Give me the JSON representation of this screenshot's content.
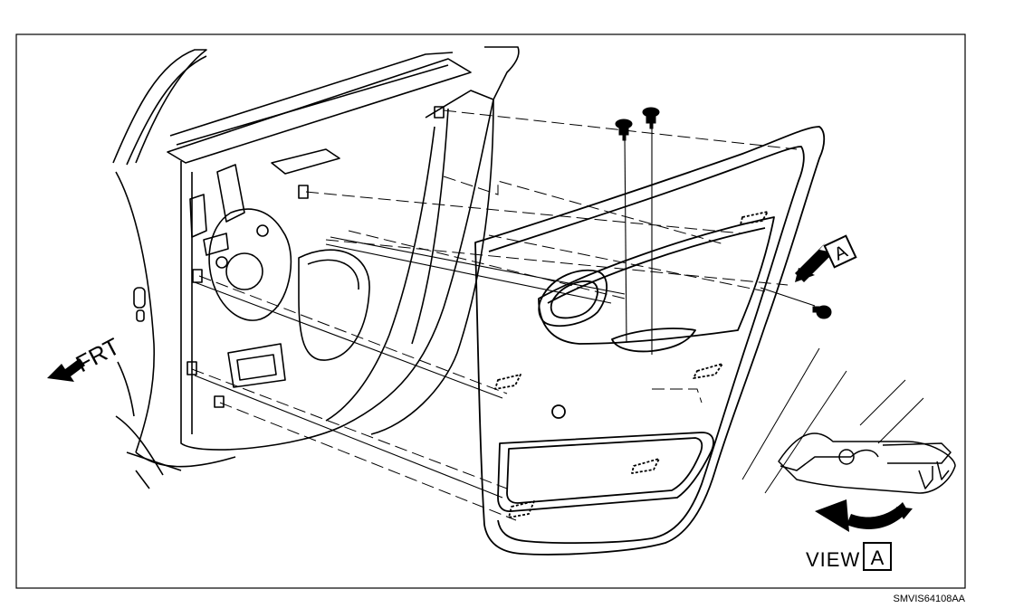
{
  "labels": {
    "front": "FRT",
    "view_word": "VIEW",
    "view_letter": "A",
    "callout_letter": "A",
    "figure_code": "SMVIS64108AA"
  },
  "colors": {
    "ink": "#000000",
    "paper": "#ffffff"
  }
}
